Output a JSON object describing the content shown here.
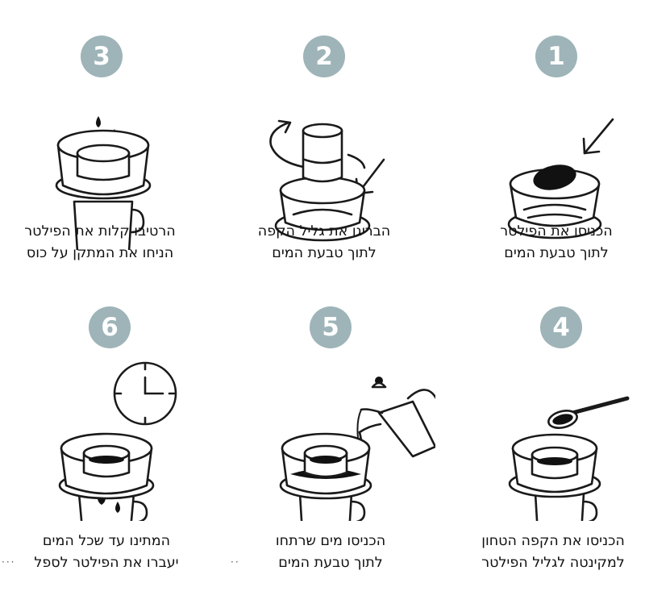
{
  "steps": [
    {
      "number": "1",
      "line1": "הכניסו את הפילטר",
      "line2": "לתוך טבעת המים"
    },
    {
      "number": "2",
      "line1": "הבריגו את גליל הקפה",
      "line2": "לתוך טבעת המים"
    },
    {
      "number": "3",
      "line1": "הרטיבו קלות את הפילטר",
      "line2": "הניחו את המתקן על כוס"
    },
    {
      "number": "4",
      "line1": "הכניסו את הקפה הטחון",
      "line2": "למקינטה לגליל הפילטר"
    },
    {
      "number": "5",
      "line1": "הכניסו מים שרתחו",
      "line2": "לתוך טבעת המים"
    },
    {
      "number": "6",
      "line1": "המתינו עד שכל המים",
      "line2": "יעברו את הפילטר לספל"
    }
  ],
  "colors": {
    "badge": "#9eb4b8",
    "ink": "#1a1a1a",
    "background": "#ffffff"
  },
  "icons": {
    "step1": "filter-into-ring-icon",
    "step2": "screw-cylinder-icon",
    "step3": "wet-filter-on-cup-icon",
    "step4": "spoon-coffee-icon",
    "step5": "kettle-pour-icon",
    "step6": "clock-wait-icon"
  }
}
